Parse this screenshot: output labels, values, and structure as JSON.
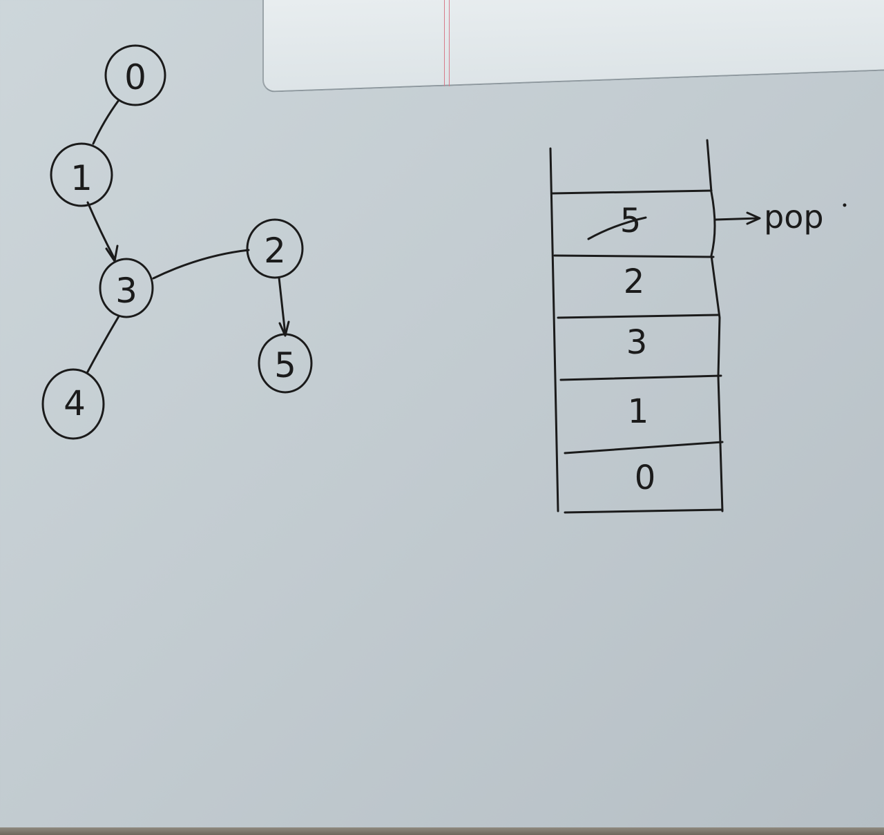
{
  "diagram": {
    "graph": {
      "nodes": [
        {
          "id": "0",
          "label": "0"
        },
        {
          "id": "1",
          "label": "1"
        },
        {
          "id": "3",
          "label": "3"
        },
        {
          "id": "2",
          "label": "2"
        },
        {
          "id": "5",
          "label": "5"
        },
        {
          "id": "4",
          "label": "4"
        }
      ],
      "edges": [
        {
          "from": "0",
          "to": "1"
        },
        {
          "from": "1",
          "to": "3",
          "arrow": true
        },
        {
          "from": "3",
          "to": "2"
        },
        {
          "from": "2",
          "to": "5",
          "arrow": true
        },
        {
          "from": "3",
          "to": "4"
        }
      ]
    },
    "stack": {
      "cells": [
        "5",
        "2",
        "3",
        "1",
        "0"
      ],
      "crossed_out": [
        "5"
      ],
      "pop_label": "pop"
    },
    "colors": {
      "ink": "#1b1b1b",
      "paper": "#c8d1d5",
      "margin_line": "#d77a8a"
    }
  }
}
